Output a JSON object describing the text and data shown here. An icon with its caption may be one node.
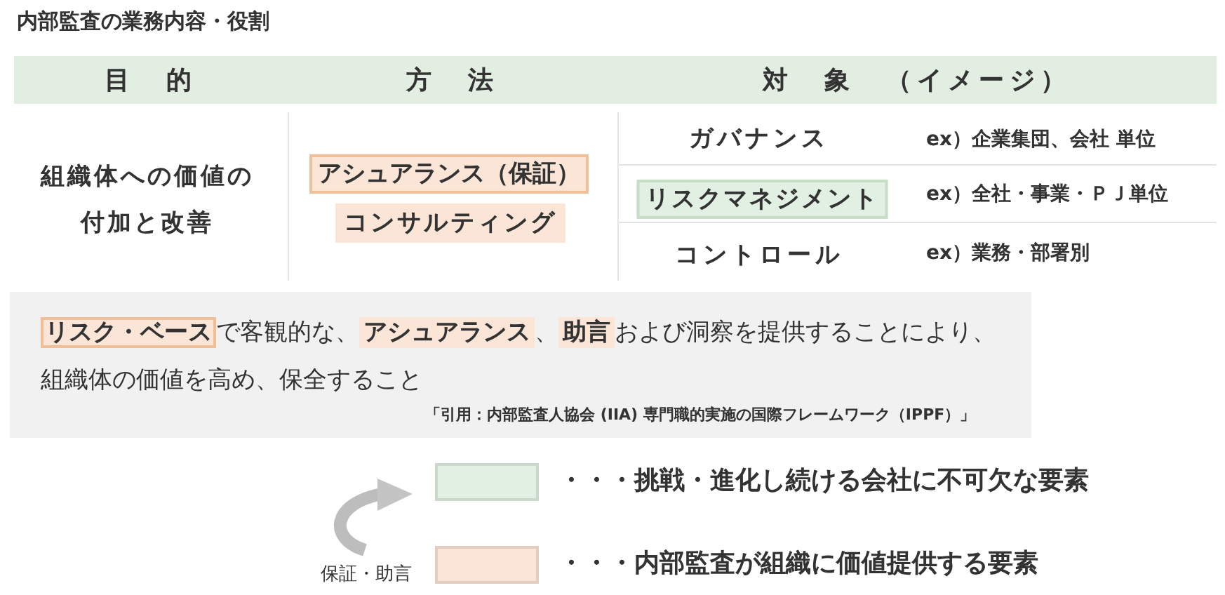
{
  "diagram": {
    "title": "内部監査の業務内容・役割",
    "nodes": [
      {
        "text": [
          "アシュアランス（保証）"
        ]
      },
      {
        "text": [
          "コンサルティング"
        ]
      },
      {
        "text": [
          "リスクマネジメント"
        ]
      },
      {
        "text": [
          "**リスク・ベース**で客観的な、**アシュアランス**、**助言**および洞察を提供することにより、組織体の価値を高め、保全すること",
          "「引用：内部監査人協会 (IIA) 専門職的実施の国際フレームワーク（IPPF）」"
        ]
      }
    ],
    "labels": [
      "目　的",
      "方　法",
      "対　象　（イメージ）",
      "組織体への価値の付加と改善",
      "ガバナンス",
      "ex）企業集団、会社 単位",
      "ex）全社・事業・ＰＪ単位",
      "コントロール",
      "ex）業務・部署別",
      "保証・助言"
    ],
    "legend": [
      {
        "text": "・・・挑戦・進化し続ける会社に不可欠な要素",
        "color": "#e2efe3"
      },
      {
        "text": "・・・内部監査が組織に価値提供する要素",
        "color": "#fbe5d6"
      }
    ]
  }
}
